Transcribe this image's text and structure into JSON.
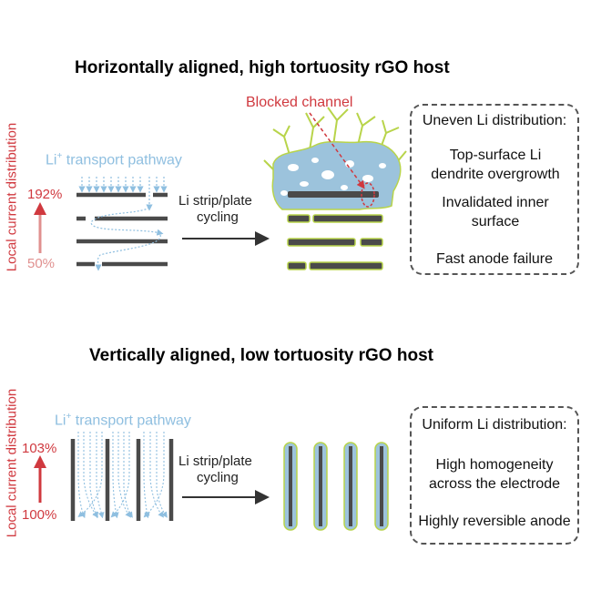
{
  "top": {
    "title": "Horizontally aligned, high tortuosity rGO host",
    "axis_label": "Local current distribution",
    "pathway_label_main": "Li",
    "pathway_label_sup": "+",
    "pathway_label_rest": " transport pathway",
    "high_value": "192%",
    "low_value": "50%",
    "process_line1": "Li strip/plate",
    "process_line2": "cycling",
    "blocked_label": "Blocked channel",
    "box_title": "Uneven Li distribution:",
    "box_items": [
      "Top-surface Li dendrite overgrowth",
      "Invalidated inner surface",
      "Fast anode failure"
    ]
  },
  "bottom": {
    "title": "Vertically aligned, low tortuosity rGO host",
    "axis_label": "Local current distribution",
    "pathway_label_main": "Li",
    "pathway_label_sup": "+",
    "pathway_label_rest": " transport pathway",
    "high_value": "103%",
    "low_value": "100%",
    "process_line1": "Li strip/plate",
    "process_line2": "cycling",
    "box_title": "Uniform Li distribution:",
    "box_items": [
      "High homogeneity across the electrode",
      "Highly reversible anode"
    ]
  },
  "colors": {
    "red": "#d0393f",
    "pink": "#e0908f",
    "light_blue": "#8fbfe0",
    "dendrite_green": "#b8d44a",
    "li_blue": "#9cc3dc",
    "sheet_gray": "#4a4a4a"
  }
}
